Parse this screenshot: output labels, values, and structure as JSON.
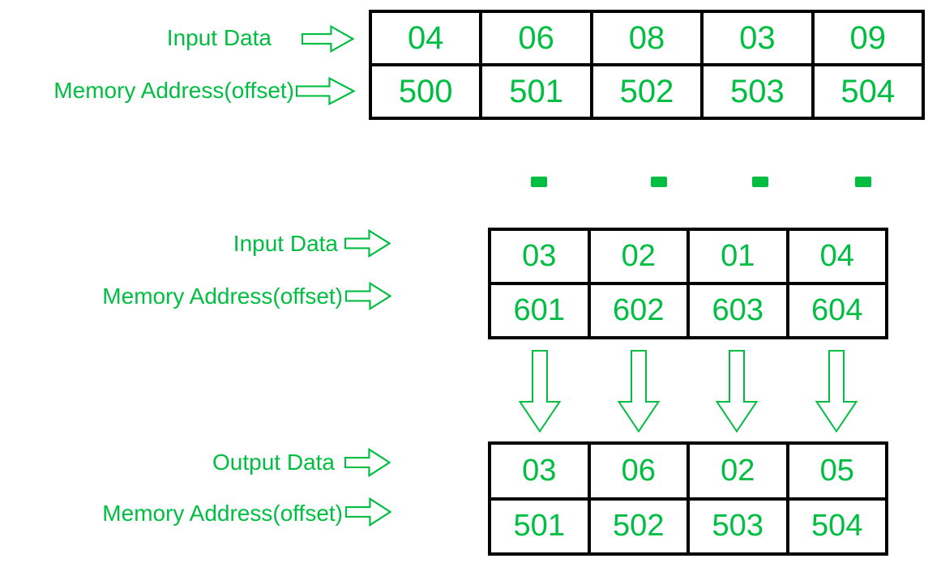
{
  "colors": {
    "accent_green": "#00BE41",
    "table_border": "#000000",
    "background": "#FFFFFF"
  },
  "sections": {
    "top": {
      "input_label": "Input Data",
      "address_label": "Memory Address(offset)",
      "input_cells": [
        "04",
        "06",
        "08",
        "03",
        "09"
      ],
      "address_cells": [
        "500",
        "501",
        "502",
        "503",
        "504"
      ]
    },
    "middle": {
      "operators": [
        "-",
        "-",
        "-",
        "-"
      ],
      "input_label": "Input Data",
      "address_label": "Memory Address(offset)",
      "input_cells": [
        "03",
        "02",
        "01",
        "04"
      ],
      "address_cells": [
        "601",
        "602",
        "603",
        "604"
      ]
    },
    "bottom": {
      "output_label": "Output Data",
      "address_label": "Memory Address(offset)",
      "output_cells": [
        "03",
        "06",
        "02",
        "05"
      ],
      "address_cells": [
        "501",
        "502",
        "503",
        "504"
      ]
    }
  },
  "icons": {
    "right_arrow": "hollow right block arrow",
    "down_arrow": "hollow down block arrow",
    "minus": "subtraction operator bar"
  }
}
